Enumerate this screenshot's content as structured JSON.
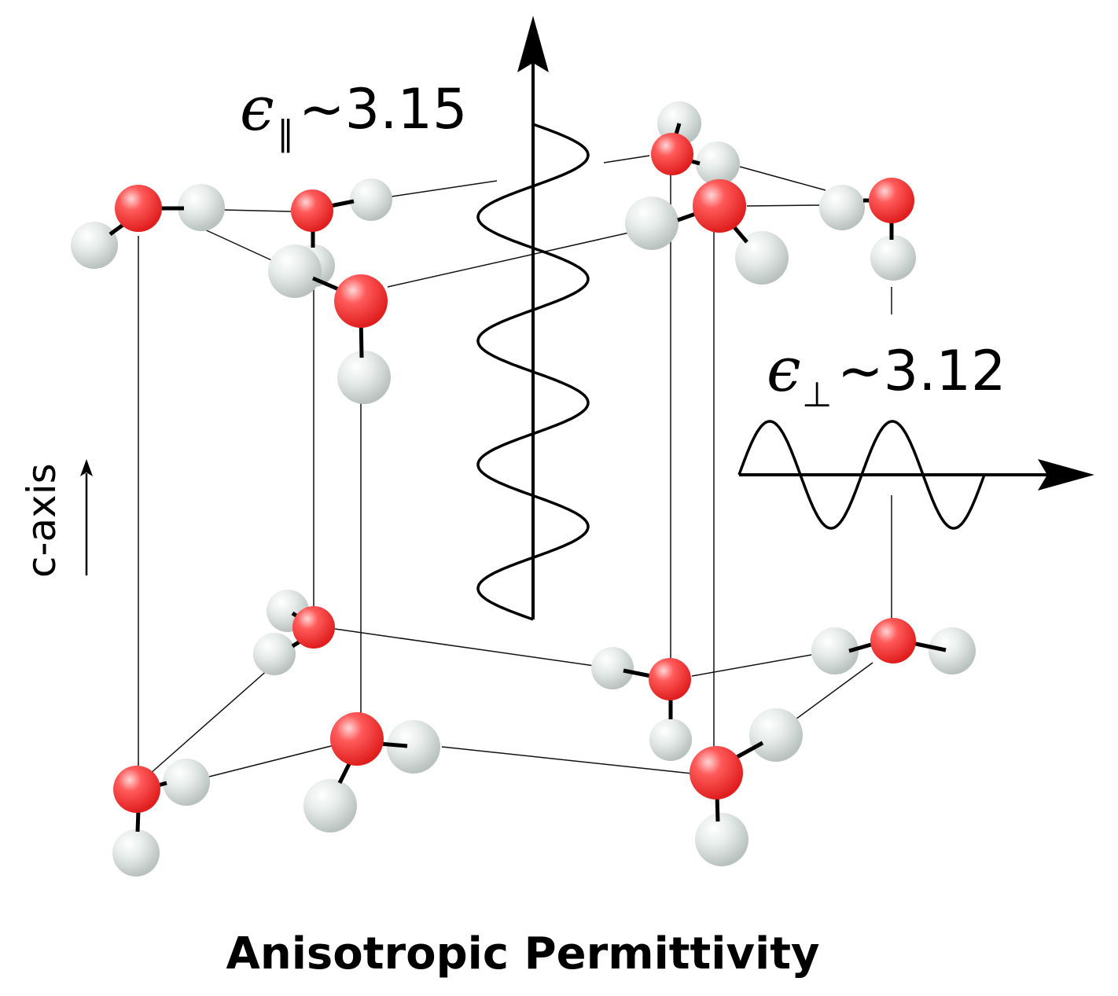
{
  "labels": {
    "eps_parallel": {
      "symbol": "ϵ",
      "subscript": "∥",
      "value": "~3.15"
    },
    "eps_perp": {
      "symbol": "ϵ",
      "subscript": "⊥",
      "value": "~3.12"
    },
    "c_axis": "c-axis",
    "title": "Anisotropic Permittivity"
  },
  "colors": {
    "oxygen": "#ff3b3b",
    "hydrogen": "#dfe5e3",
    "bonds": "#000000",
    "background": "#ffffff"
  }
}
